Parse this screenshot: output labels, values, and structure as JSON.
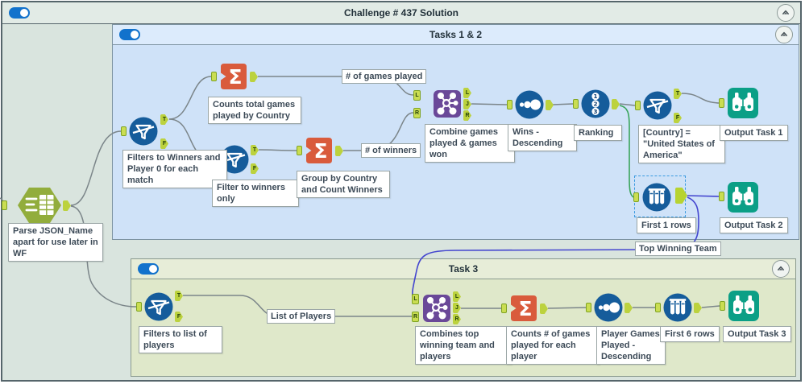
{
  "containers": {
    "main": {
      "title": "Challenge # 437 Solution",
      "toggle": "on"
    },
    "tasks12": {
      "title": "Tasks 1 & 2",
      "toggle": "on"
    },
    "task3": {
      "title": "Task 3",
      "toggle": "on"
    }
  },
  "anchors": {
    "T": "T",
    "F": "F",
    "L": "L",
    "J": "J",
    "R": "R"
  },
  "tools": {
    "parse_json": {
      "tool": "text-to-columns",
      "annotation": "Parse JSON_Name apart for use later in WF"
    },
    "filter_winners": {
      "tool": "filter",
      "annotation": "Filters to Winners and Player 0 for each match"
    },
    "count_games": {
      "tool": "summarize",
      "annotation": "Counts total games played by Country"
    },
    "filter_winners_only": {
      "tool": "filter",
      "annotation": "Filter to winners only"
    },
    "group_count_winners": {
      "tool": "summarize",
      "annotation": "Group by Country and Count Winners"
    },
    "join_games": {
      "tool": "join",
      "annotation": "Combine games played & games won"
    },
    "sort_wins": {
      "tool": "sort",
      "annotation": "Wins - Descending"
    },
    "record_id": {
      "tool": "record-id",
      "annotation": "Ranking"
    },
    "filter_usa": {
      "tool": "filter",
      "annotation": "[Country] = \"United States of America\""
    },
    "browse_task1": {
      "tool": "browse",
      "annotation": "Output Task 1"
    },
    "sample_first1": {
      "tool": "sample",
      "annotation": "First 1 rows",
      "selected": true
    },
    "browse_task2": {
      "tool": "browse",
      "annotation": "Output Task 2"
    },
    "filter_players": {
      "tool": "filter",
      "annotation": "Filters to list of players"
    },
    "join_top_team": {
      "tool": "join",
      "annotation": "Combines top winning team and players"
    },
    "count_player_games": {
      "tool": "summarize",
      "annotation": "Counts # of games played for each player"
    },
    "sort_player_games": {
      "tool": "sort",
      "annotation": "Player Games Played - Descending"
    },
    "sample_first6": {
      "tool": "sample",
      "annotation": "First 6 rows"
    },
    "browse_task3": {
      "tool": "browse",
      "annotation": "Output Task 3"
    }
  },
  "wire_labels": {
    "games_played": "# of games played",
    "winners": "# of winners",
    "list_of_players": "List of Players",
    "top_winning_team": "Top Winning Team"
  },
  "colors": {
    "toggle_blue": "#1272cc",
    "container_main_bg": "#d9e4de",
    "container_tasks12_bg": "#cfe2f8",
    "container_task3_bg": "#dfe8ca",
    "tool_blue": "#155c9b",
    "tool_orange": "#d95b3c",
    "tool_purple": "#6a4898",
    "tool_teal": "#0b9f86",
    "tool_green": "#92ad3c",
    "anchor_green": "#cadd52",
    "wire_gray": "#7b8589",
    "wire_green": "#3aa55c",
    "wire_blue": "#4345cf"
  }
}
